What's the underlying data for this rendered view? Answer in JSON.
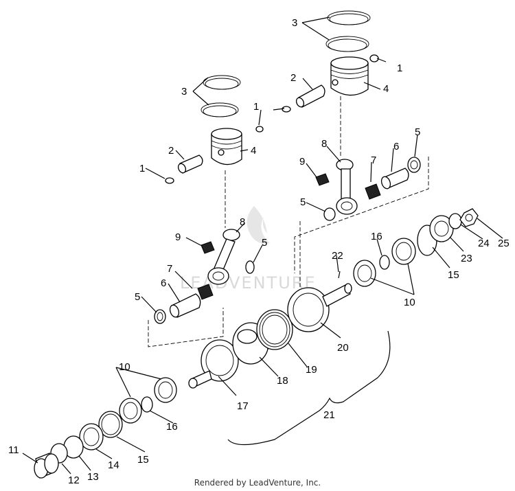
{
  "diagram": {
    "watermark_text": "LEADVENTURE",
    "footer": "Rendered by LeadVenture, Inc.",
    "callouts": {
      "c1a": "1",
      "c1b": "1",
      "c1c": "1",
      "c2a": "2",
      "c2b": "2",
      "c3a": "3",
      "c3b": "3",
      "c4a": "4",
      "c4b": "4",
      "c5a": "5",
      "c5b": "5",
      "c5c": "5",
      "c5d": "5",
      "c6a": "6",
      "c6b": "6",
      "c7a": "7",
      "c7b": "7",
      "c8a": "8",
      "c8b": "8",
      "c9a": "9",
      "c9b": "9",
      "c10a": "10",
      "c10b": "10",
      "c11": "11",
      "c12": "12",
      "c13": "13",
      "c14": "14",
      "c15a": "15",
      "c15b": "15",
      "c16a": "16",
      "c16b": "16",
      "c17": "17",
      "c18": "18",
      "c19": "19",
      "c20": "20",
      "c21": "21",
      "c22": "22",
      "c23": "23",
      "c24": "24",
      "c25": "25"
    }
  }
}
